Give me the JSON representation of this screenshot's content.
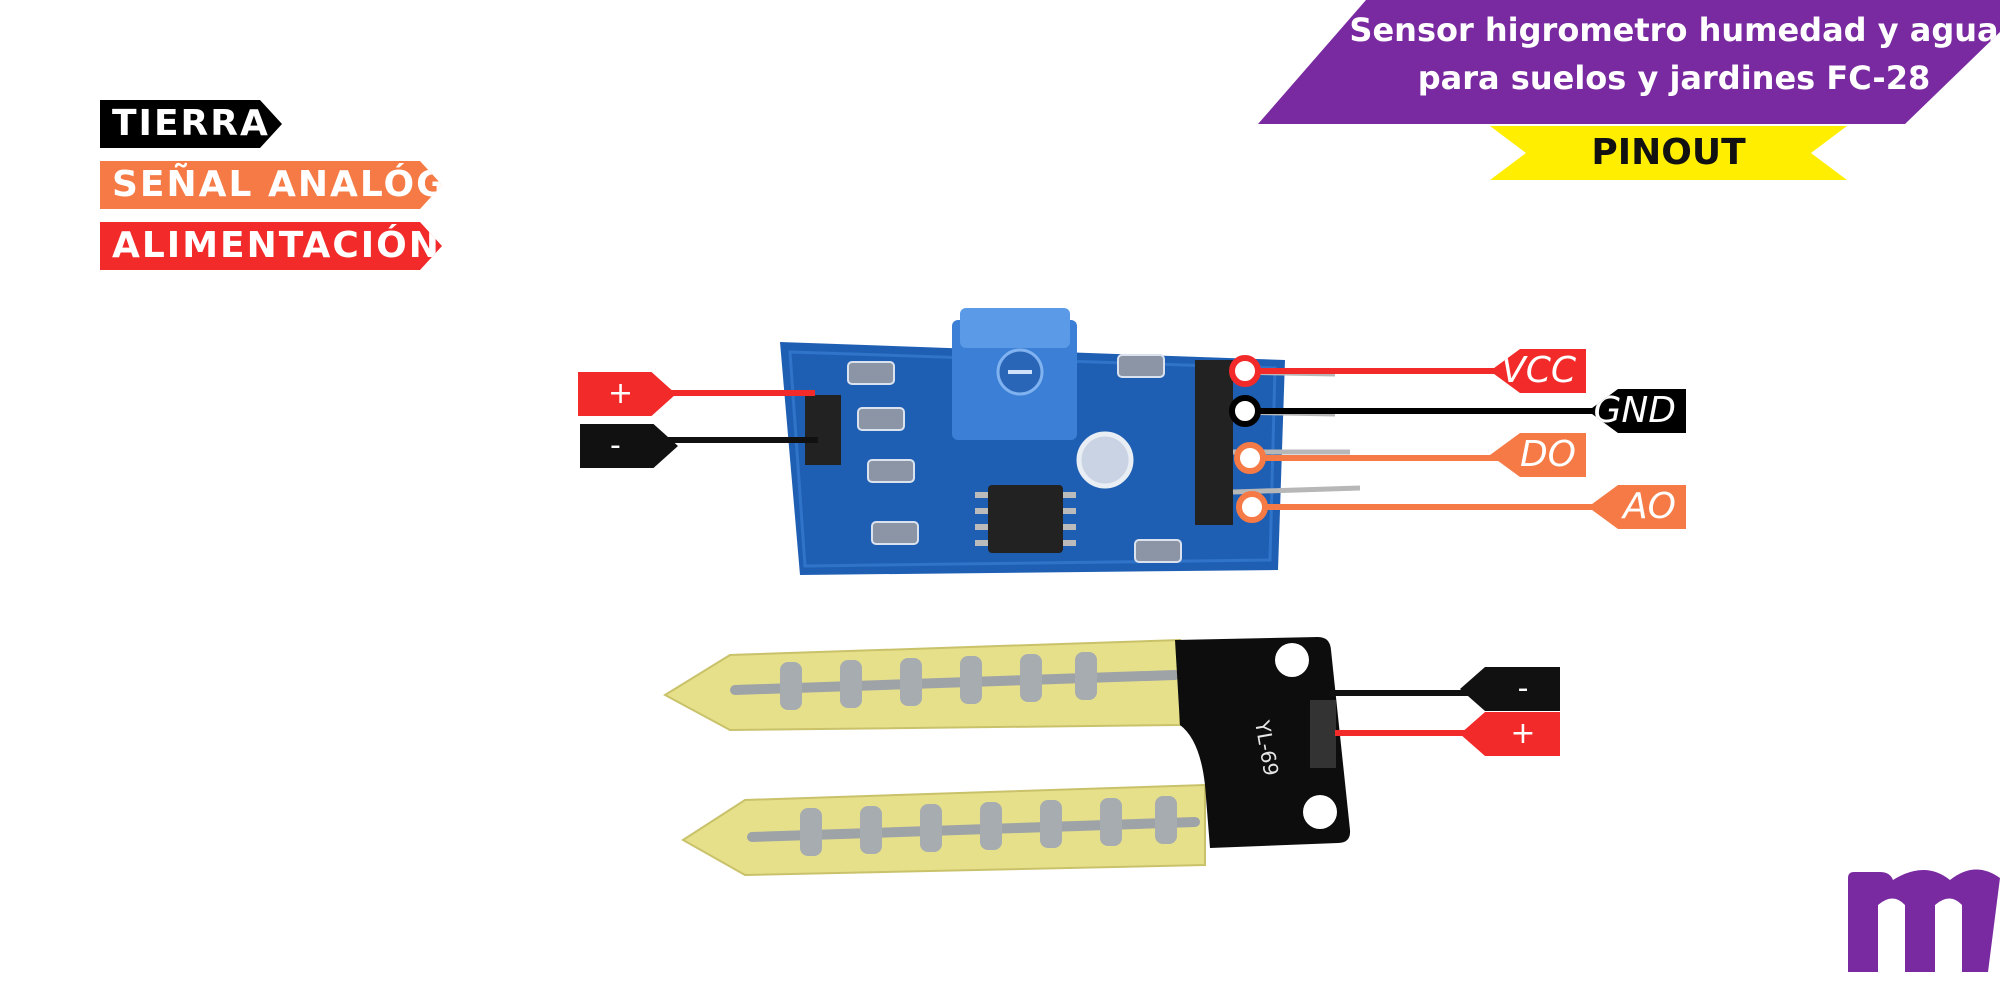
{
  "title": {
    "line1": "Sensor higrometro humedad y agua",
    "line2": "para suelos y jardines FC-28",
    "color": "#7a2aa0"
  },
  "pinout_label": "PINOUT",
  "pinout_color": "#ffee00",
  "legend": [
    {
      "label": "TIERRA",
      "color": "#000000"
    },
    {
      "label": "SEÑAL ANALÓGA",
      "color": "#f57a45"
    },
    {
      "label": "ALIMENTACIÓN",
      "color": "#f22a2a"
    }
  ],
  "module_pins": [
    {
      "label": "VCC",
      "color": "#f22a2a"
    },
    {
      "label": "GND",
      "color": "#000000"
    },
    {
      "label": "DO",
      "color": "#f57a45"
    },
    {
      "label": "AO",
      "color": "#f57a45"
    }
  ],
  "module_input": {
    "plus": "+",
    "minus": "-"
  },
  "probe_output": {
    "minus": "-",
    "plus": "+"
  },
  "probe_silkscreen": "YL-69",
  "colors": {
    "pcb": "#1f5fb3",
    "pot": "#3b7fd6",
    "probe_board": "#e6e08a",
    "probe_head": "#0d0d0d",
    "logo": "#7a2aa0"
  }
}
